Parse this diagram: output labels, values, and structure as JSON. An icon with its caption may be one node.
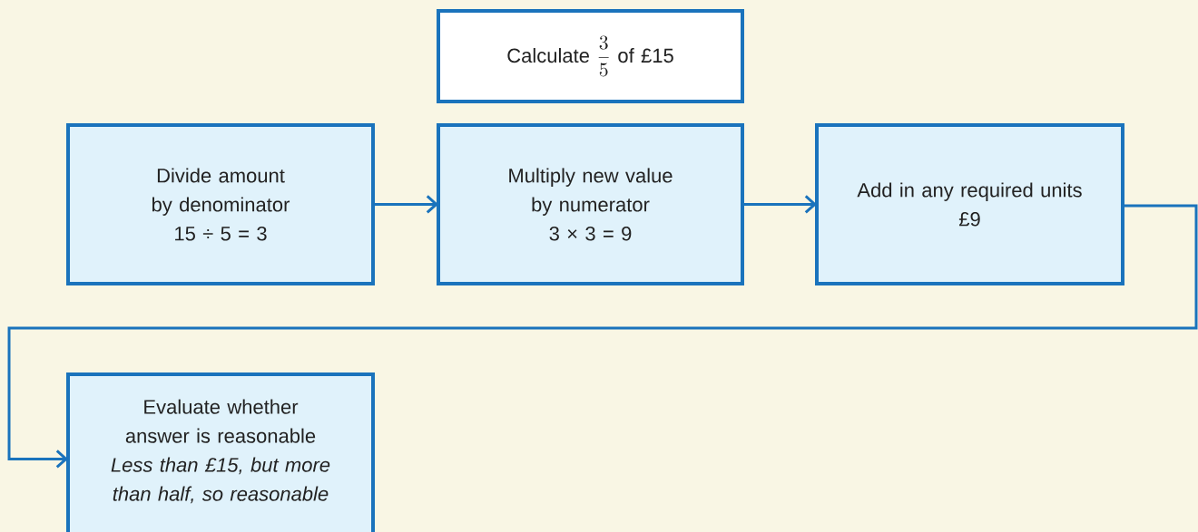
{
  "diagram": {
    "nodes": [
      {
        "text": [
          "Calculate",
          "\\frac{3}{5}",
          "of £15"
        ]
      },
      {
        "text": [
          "Divide amount by denominator",
          "15 ÷ 5 = 3"
        ]
      },
      {
        "text": [
          "Multiply new value by numerator",
          "3 × 3 = 9"
        ]
      },
      {
        "text": [
          "Add in any required units",
          "£9"
        ]
      },
      {
        "text": [
          "Evaluate whether answer is reasonable",
          "Less than £15, but more than half, so reasonable"
        ]
      }
    ],
    "edges": [
      {
        "from": 1,
        "to": 2,
        "arrow": "to"
      },
      {
        "from": 2,
        "to": 3,
        "arrow": "to"
      },
      {
        "from": 3,
        "to": 4,
        "arrow": "to"
      }
    ]
  }
}
